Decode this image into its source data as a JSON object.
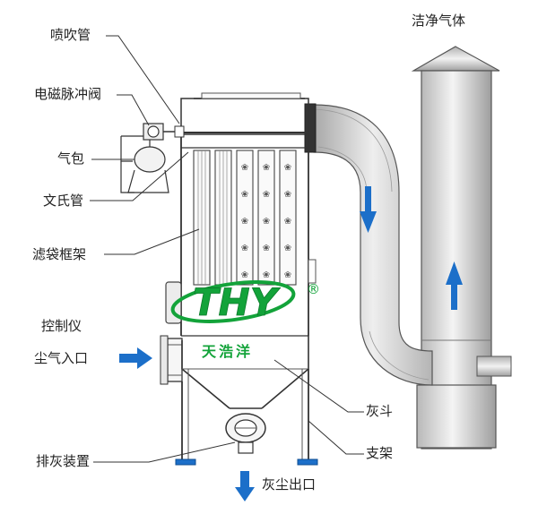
{
  "labels": {
    "spray_pipe": "喷吹管",
    "pulse_valve": "电磁脉冲阀",
    "air_bag": "气包",
    "venturi": "文氏管",
    "bag_cage": "滤袋框架",
    "controller": "控制仪",
    "dust_inlet": "尘气入口",
    "discharge": "排灰装置",
    "clean_gas": "洁净气体",
    "hopper": "灰斗",
    "support": "支架",
    "dust_outlet": "灰尘出口"
  },
  "logo": {
    "letters": "THY",
    "company": "天浩洋",
    "registered": "®"
  },
  "colors": {
    "arrow_blue": "#1c6fc9",
    "logo_green": "#13a33a",
    "line": "#333333",
    "duct_light": "#ececec",
    "duct_dark": "#a8a8a8",
    "foot_blue": "#1c6fc9"
  },
  "icons": [
    "inlet-arrow-icon",
    "outlet-arrow-icon",
    "flow-down-arrow-icon",
    "flow-up-arrow-icon"
  ]
}
